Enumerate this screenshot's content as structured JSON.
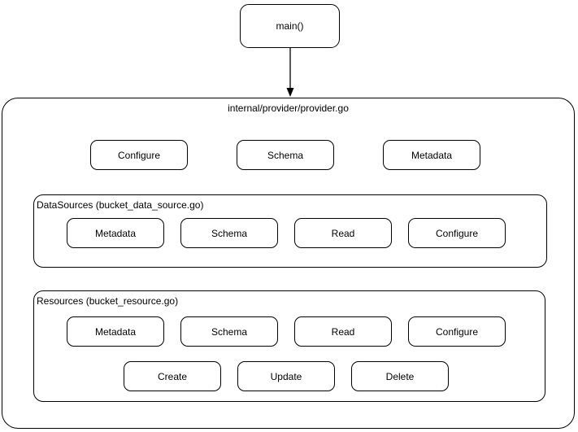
{
  "nodes": {
    "main": {
      "label": "main()"
    }
  },
  "provider": {
    "title": "internal/provider/provider.go",
    "methods": [
      "Configure",
      "Schema",
      "Metadata"
    ],
    "datasources": {
      "title": "DataSources (bucket_data_source.go)",
      "methods": [
        "Metadata",
        "Schema",
        "Read",
        "Configure"
      ]
    },
    "resources": {
      "title": "Resources (bucket_resource.go)",
      "methods_row1": [
        "Metadata",
        "Schema",
        "Read",
        "Configure"
      ],
      "methods_row2": [
        "Create",
        "Update",
        "Delete"
      ]
    }
  },
  "arrow": {
    "from": "main()",
    "to": "internal/provider/provider.go"
  },
  "colors": {
    "stroke": "#000000",
    "background": "#ffffff",
    "text": "#000000"
  }
}
